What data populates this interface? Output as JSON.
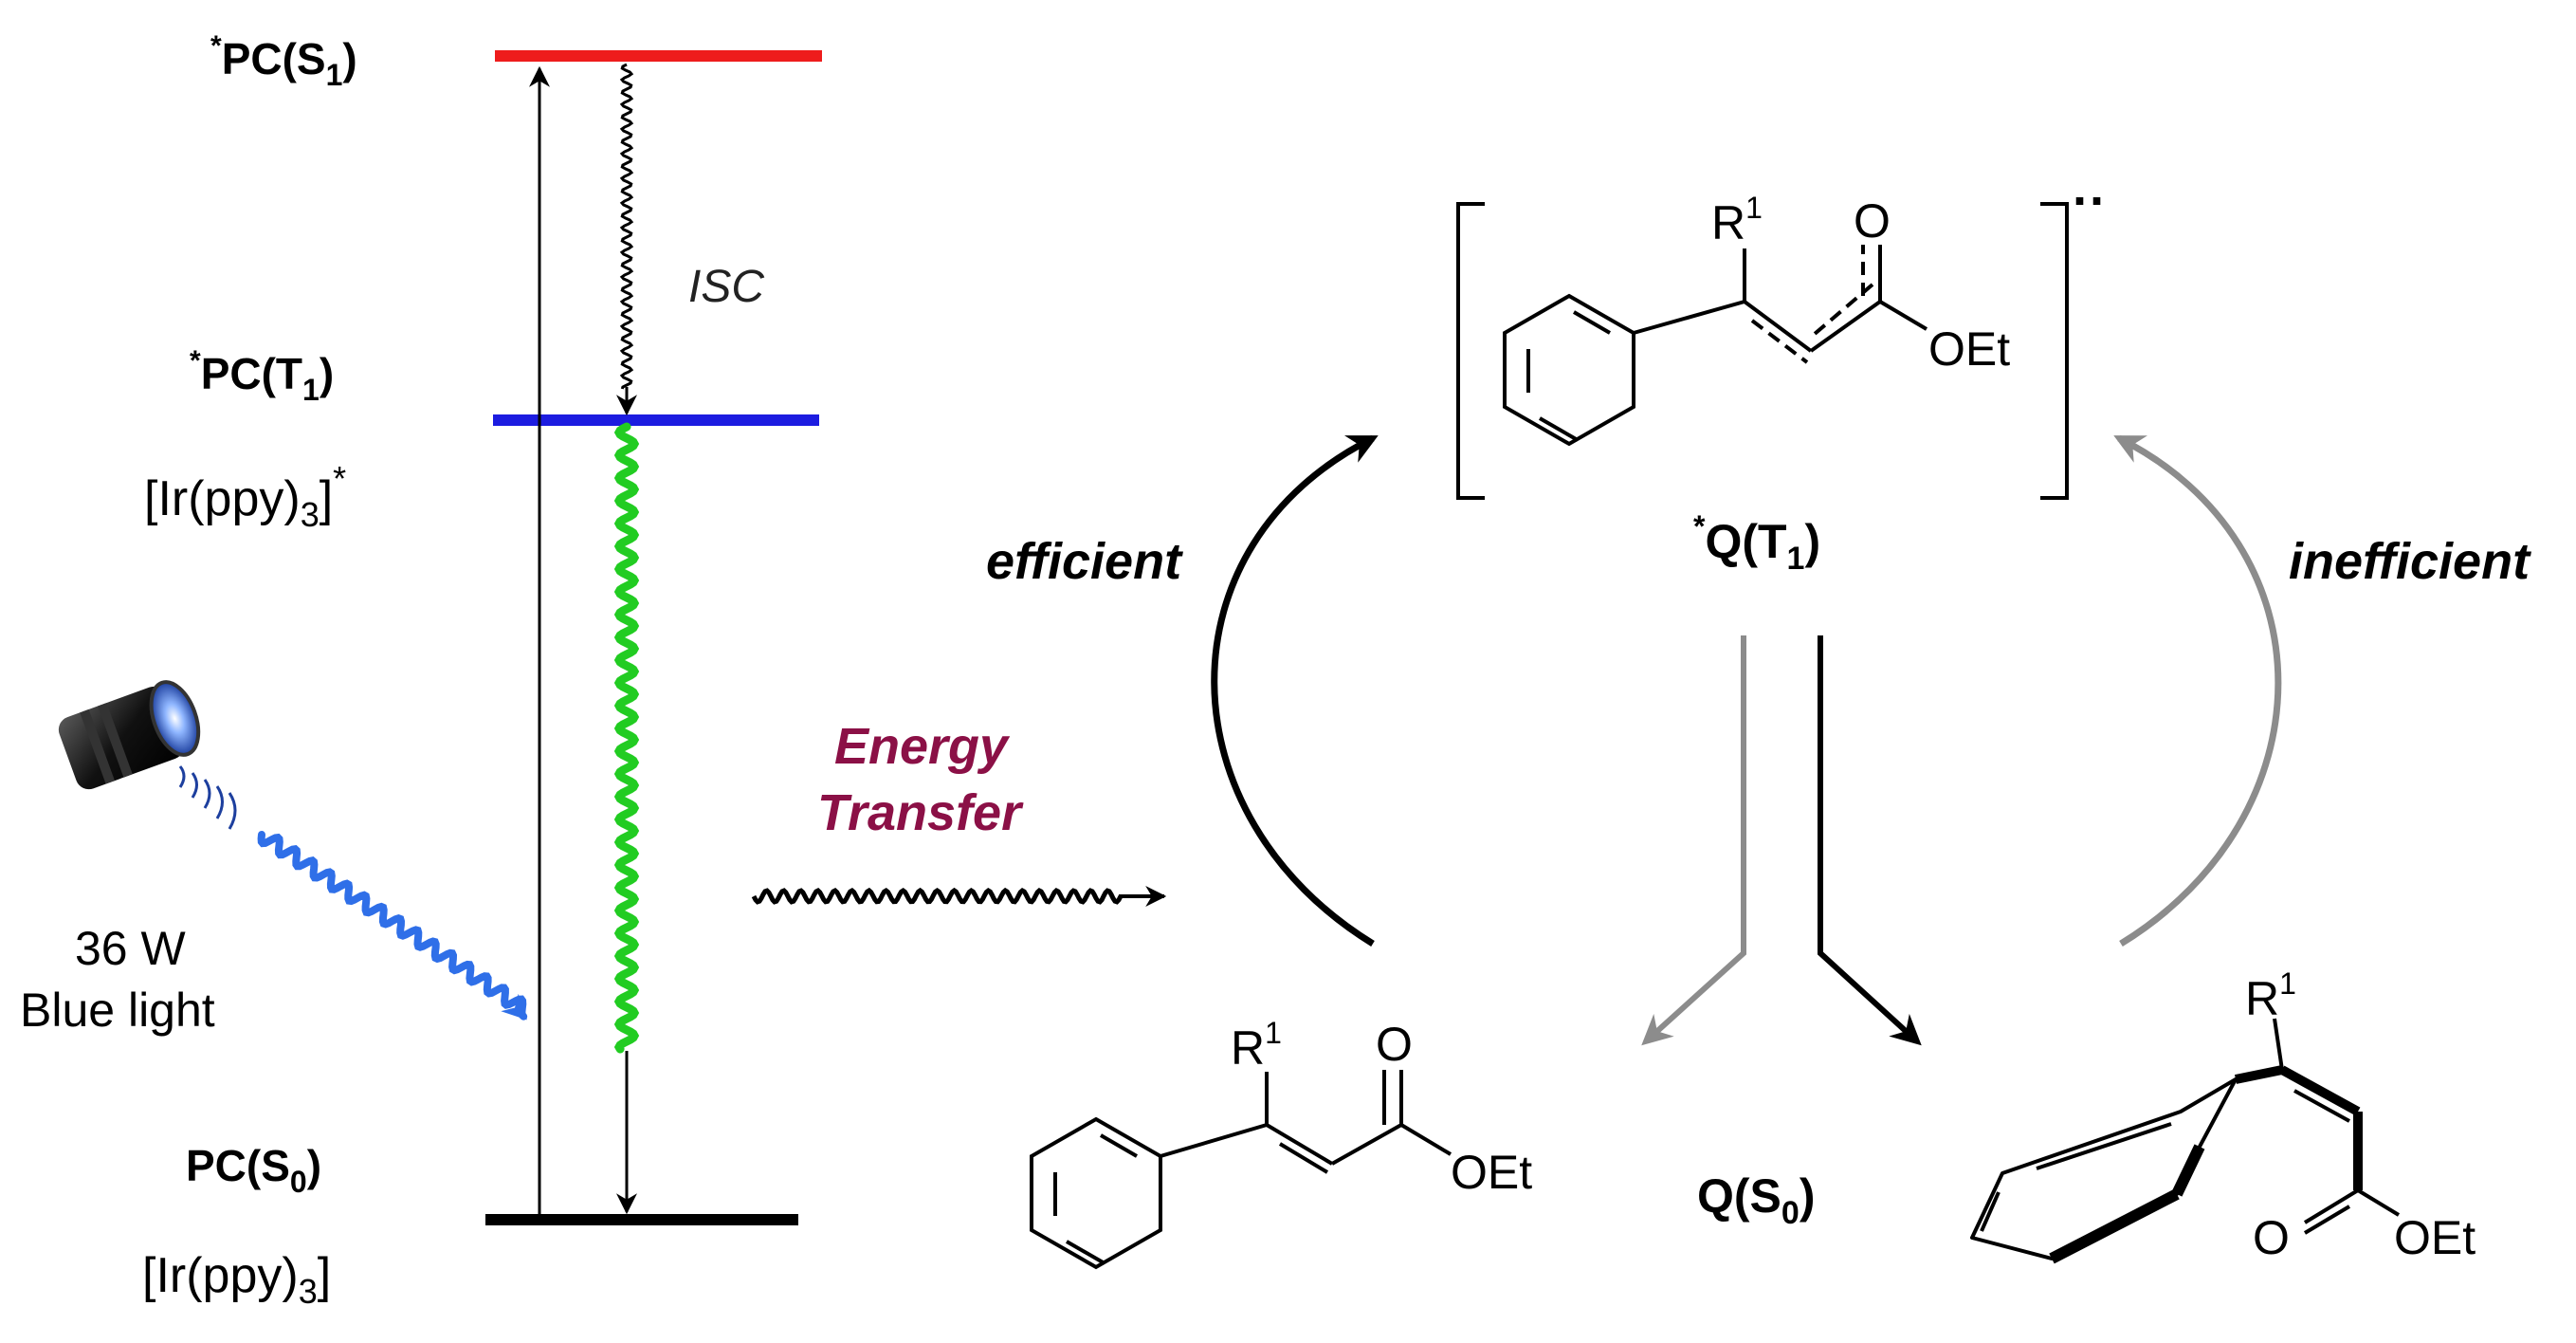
{
  "colors": {
    "s1_level": "#ee1c1c",
    "t1_level": "#1c1ce0",
    "s0_level": "#000000",
    "phosphorescence": "#22cc22",
    "blue_light": "#2f6fe8",
    "energy_transfer_text": "#8b1046",
    "inefficient_arrow": "#8c8c8c",
    "ink": "#000000"
  },
  "jablonski": {
    "s1": {
      "star": "*",
      "base": "PC(S",
      "sub": "1",
      "close": ")"
    },
    "t1": {
      "star": "*",
      "base": "PC(T",
      "sub": "1",
      "close": ")",
      "complex": {
        "base": "[Ir(ppy)",
        "sub": "3",
        "close": "]",
        "sup": "*"
      }
    },
    "s0": {
      "base": "PC(S",
      "sub": "0",
      "close": ")",
      "complex": {
        "base": "[Ir(ppy)",
        "sub": "3",
        "close": "]"
      }
    },
    "isc_label": "ISC",
    "light": {
      "power": "36 W",
      "type": "Blue light"
    }
  },
  "energy_transfer": {
    "line1": "Energy",
    "line2": "Transfer"
  },
  "cycle": {
    "efficient_label": "efficient",
    "inefficient_label": "inefficient",
    "triplet": {
      "star": "*",
      "base": "Q(T",
      "sub": "1",
      "close": ")",
      "charge": "··"
    },
    "ground": {
      "base": "Q(S",
      "sub": "0",
      "close": ")"
    }
  },
  "molecule": {
    "substituent": "R",
    "substituent_sup": "1",
    "carbonyl_o": "O",
    "ester": "OEt"
  }
}
